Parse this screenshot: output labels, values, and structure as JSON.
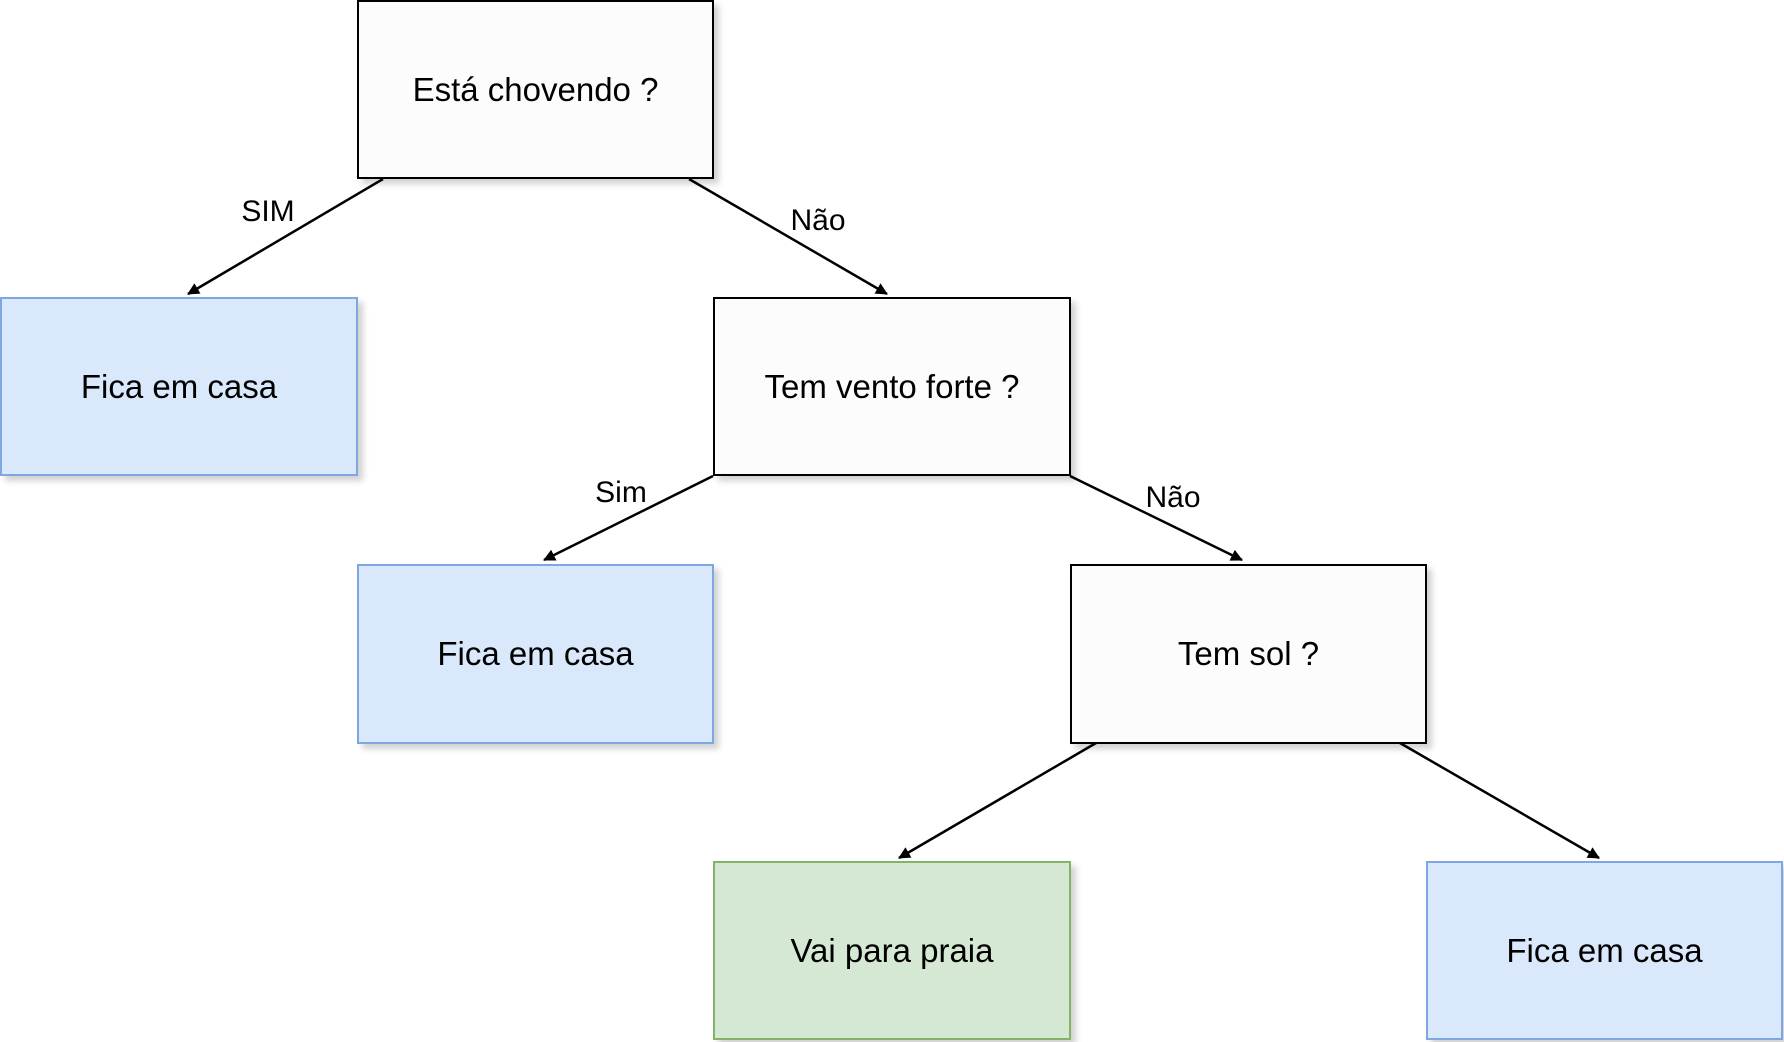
{
  "nodes": {
    "root": {
      "label": "Está chovendo ?"
    },
    "leaf1": {
      "label": "Fica em casa"
    },
    "wind": {
      "label": "Tem vento forte ?"
    },
    "leaf2": {
      "label": "Fica em casa"
    },
    "sun": {
      "label": "Tem sol ?"
    },
    "beach": {
      "label": "Vai para praia"
    },
    "leaf3": {
      "label": "Fica em casa"
    }
  },
  "edges": {
    "root_yes": {
      "label": "SIM"
    },
    "root_no": {
      "label": "Não"
    },
    "wind_yes": {
      "label": "Sim"
    },
    "wind_no": {
      "label": "Não"
    }
  },
  "colors": {
    "decision_fill": "#fcfcfc",
    "decision_stroke": "#000000",
    "leaf_blue_fill": "#dae8fc",
    "leaf_blue_stroke": "#7ea6e0",
    "leaf_green_fill": "#d5e8d4",
    "leaf_green_stroke": "#82b366"
  }
}
